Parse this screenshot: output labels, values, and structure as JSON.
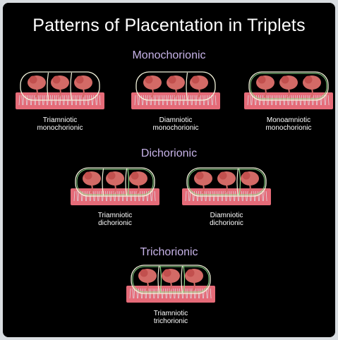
{
  "title": "Patterns of Placentation in Triplets",
  "colors": {
    "background": "#000000",
    "group_title": "#c7b3e8",
    "placenta": "#e56b78",
    "fetus": "#d36a66",
    "amnion_line": "#f4f4dc",
    "chorion_line": "#8fe08a",
    "vessels": "#dfe6ee"
  },
  "groups": [
    {
      "id": "mono",
      "title": "Monochorionic",
      "items": [
        {
          "label_line1": "Triamniotic",
          "label_line2": "monochorionic",
          "amnion_septa": 2,
          "chorion_septa": 0,
          "outer_membranes": "single"
        },
        {
          "label_line1": "Diamniotic",
          "label_line2": "monochorionic",
          "amnion_septa": 1,
          "chorion_septa": 0,
          "outer_membranes": "single"
        },
        {
          "label_line1": "Monoamniotic",
          "label_line2": "monochorionic",
          "amnion_septa": 0,
          "chorion_septa": 0,
          "outer_membranes": "double"
        }
      ]
    },
    {
      "id": "di",
      "title": "Dichorionic",
      "items": [
        {
          "label_line1": "Triamniotic",
          "label_line2": "dichorionic",
          "amnion_septa": 2,
          "chorion_septa": 1,
          "outer_membranes": "double"
        },
        {
          "label_line1": "Diamniotic",
          "label_line2": "dichorionic",
          "amnion_septa": 1,
          "chorion_septa": 1,
          "outer_membranes": "double"
        }
      ]
    },
    {
      "id": "tri",
      "title": "Trichorionic",
      "items": [
        {
          "label_line1": "Triamniotic",
          "label_line2": "trichorionic",
          "amnion_septa": 2,
          "chorion_septa": 2,
          "outer_membranes": "double"
        }
      ]
    }
  ]
}
